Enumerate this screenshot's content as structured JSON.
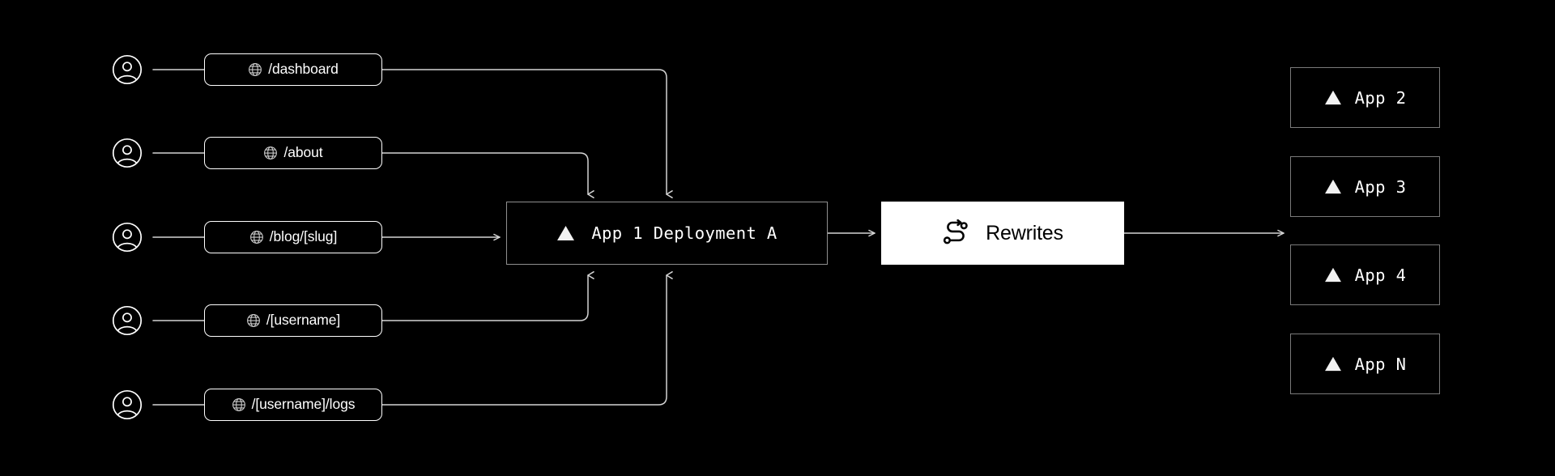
{
  "theme": {
    "background": "#000000",
    "line_color": "#d4d4d4",
    "pill_border": "#ffffff",
    "box_border": "#8f8f8f",
    "rewrites_bg": "#ffffff",
    "rewrites_fg": "#000000",
    "text_color": "#ffffff"
  },
  "diagram": {
    "title": "Vercel multi-zone rewrites routing diagram",
    "requests": [
      {
        "user_icon": "user-avatar-icon",
        "route_icon": "globe-icon",
        "path": "/dashboard"
      },
      {
        "user_icon": "user-avatar-icon",
        "route_icon": "globe-icon",
        "path": "/about"
      },
      {
        "user_icon": "user-avatar-icon",
        "route_icon": "globe-icon",
        "path": "/blog/[slug]"
      },
      {
        "user_icon": "user-avatar-icon",
        "route_icon": "globe-icon",
        "path": "/[username]"
      },
      {
        "user_icon": "user-avatar-icon",
        "route_icon": "globe-icon",
        "path": "/[username]/logs"
      }
    ],
    "deployment": {
      "icon": "vercel-triangle-icon",
      "label": "App 1 Deployment A"
    },
    "rewrites": {
      "icon": "route-path-icon",
      "label": "Rewrites"
    },
    "apps": [
      {
        "icon": "vercel-triangle-icon",
        "label": "App 2"
      },
      {
        "icon": "vercel-triangle-icon",
        "label": "App 3"
      },
      {
        "icon": "vercel-triangle-icon",
        "label": "App 4"
      },
      {
        "icon": "vercel-triangle-icon",
        "label": "App N"
      }
    ]
  }
}
